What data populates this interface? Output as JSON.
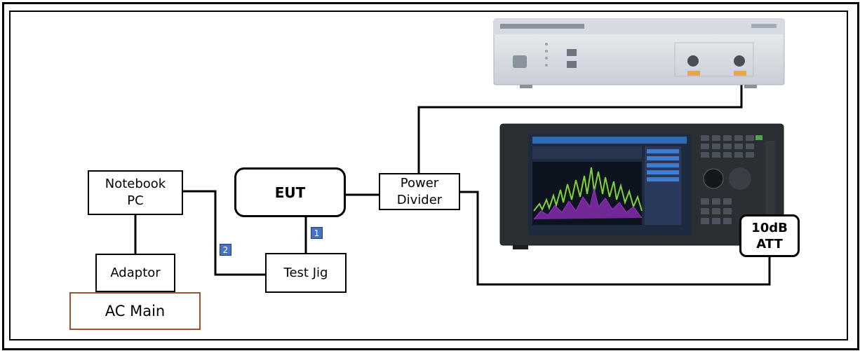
{
  "diagram": {
    "blocks": {
      "notebook": "Notebook\nPC",
      "adaptor": "Adaptor",
      "ac_main": "AC Main",
      "eut": "EUT",
      "test_jig": "Test Jig",
      "power_divider": "Power\nDivider",
      "attenuator": "10dB\nATT"
    },
    "ports": {
      "port_1": "1",
      "port_2": "2"
    },
    "colors": {
      "port_fill": "#4472c4",
      "ac_main_border": "#a0522d",
      "signal_trace_green": "#7fd13b",
      "signal_trace_purple": "#9b30c8"
    },
    "icons": {
      "top_instrument": "radio-test-platform-icon",
      "bottom_instrument": "signal-analyzer-icon"
    }
  }
}
